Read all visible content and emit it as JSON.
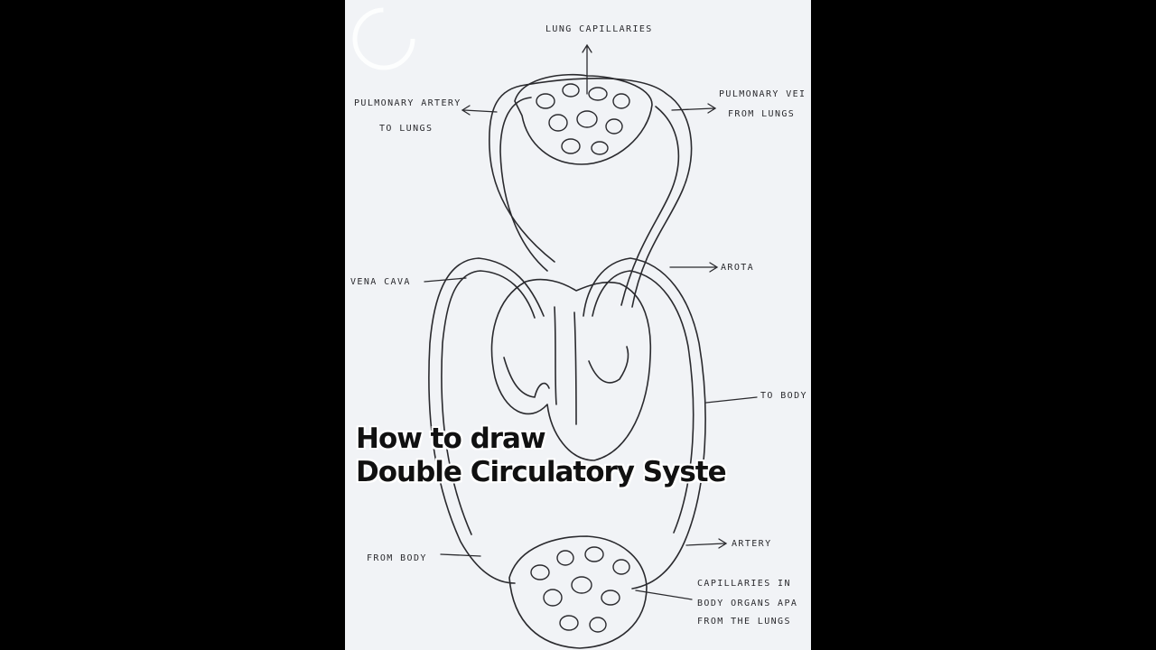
{
  "video": {
    "title_line1": "How to draw",
    "title_line2": "Double Circulatory Syste"
  },
  "diagram": {
    "labels": {
      "lung_capillaries": "LUNG CAPILLARIES",
      "pulmonary_artery_1": "PULMONARY ARTERY",
      "pulmonary_artery_2": "TO LUNGS",
      "pulmonary_vein_1": "PULMONARY VEI",
      "pulmonary_vein_2": "FROM LUNGS",
      "vena_cava": "VENA CAVA",
      "aorta": "AROTA",
      "to_body": "TO BODY",
      "from_body": "FROM BODY",
      "artery": "ARTERY",
      "capillaries_1": "CAPILLARIES IN",
      "capillaries_2": "BODY ORGANS APA",
      "capillaries_3": "FROM THE LUNGS"
    }
  },
  "colors": {
    "letterbox": "#000000",
    "paper": "#f1f3f6",
    "ink": "#2a2a2e"
  }
}
